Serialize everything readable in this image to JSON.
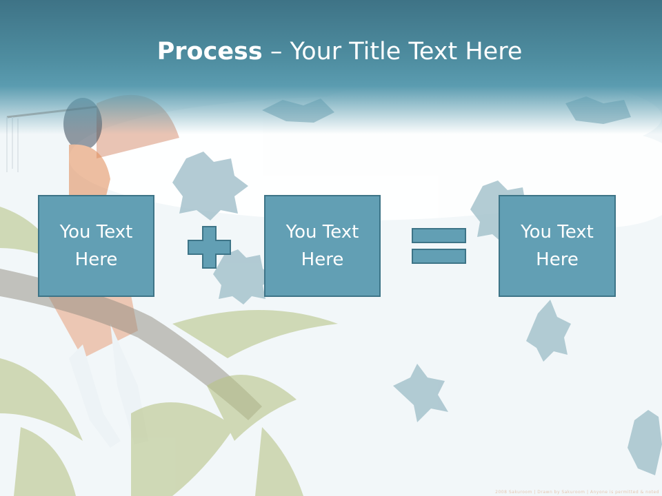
{
  "slide": {
    "title_bold": "Process",
    "title_rest": " – Your Title Text Here",
    "boxes": [
      {
        "text": "You Text Here"
      },
      {
        "text": "You Text Here"
      },
      {
        "text": "You Text Here"
      }
    ],
    "operators": [
      "plus-sign",
      "equals-sign"
    ],
    "footer": "2008 Sakuroom | Drawn by Sakuroom | Anyone is permitted & noted",
    "colors": {
      "header": "#4f8ea1",
      "box_fill": "#629fb4",
      "box_border": "#3d7487",
      "background": "#f2f7f9"
    }
  }
}
